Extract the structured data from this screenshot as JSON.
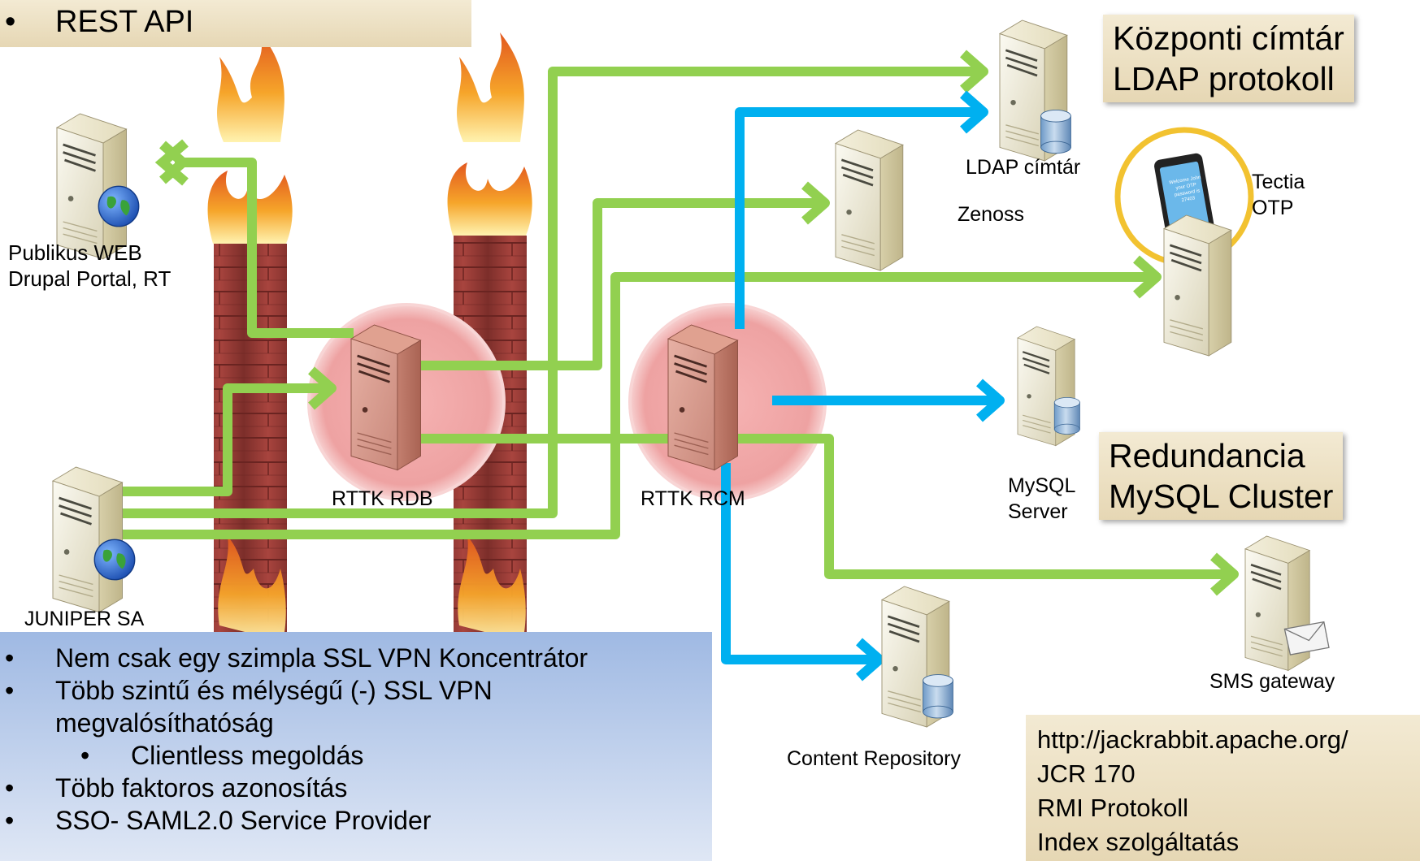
{
  "header_callout": {
    "bullet": "•",
    "text": "REST API"
  },
  "callouts": {
    "ldap": [
      "Központi címtár",
      "LDAP protokoll"
    ],
    "redundancy": [
      "Redundancia",
      "MySQL Cluster"
    ]
  },
  "nodes": {
    "web": [
      "Publikus WEB",
      "Drupal Portal, RT"
    ],
    "juniper": "JUNIPER SA",
    "rdb": "RTTK RDB",
    "rcm": "RTTK RCM",
    "ldap": "LDAP címtár",
    "zenoss": "Zenoss",
    "tectia": [
      "Tectia",
      "OTP"
    ],
    "mysql": [
      "MySQL",
      "Server"
    ],
    "sms": "SMS gateway",
    "content": "Content Repository"
  },
  "phone_text": [
    "Welcome John",
    "your OTP",
    "password is",
    "27403"
  ],
  "notes": [
    {
      "level": 1,
      "text": "Nem csak egy szimpla SSL VPN Koncentrátor"
    },
    {
      "level": 1,
      "text": "Több szintű és mélységű (-)  SSL VPN"
    },
    {
      "level": 1,
      "text": "megvalósíthatóság",
      "continuation": true
    },
    {
      "level": 2,
      "text": "Clientless megoldás"
    },
    {
      "level": 1,
      "text": "Több faktoros azonosítás"
    },
    {
      "level": 1,
      "text": "SSO- SAML2.0 Service Provider"
    }
  ],
  "jackrabbit": [
    "http://jackrabbit.apache.org/",
    "JCR 170",
    "RMI Protokoll",
    "Index szolgáltatás"
  ],
  "colors": {
    "green_link": "#92d050",
    "blue_link": "#00b0f0",
    "firewall_brick": "#9c3b36",
    "highlight_circle": "#f2a7a7",
    "callout_bg": "#ede2c6",
    "notes_bg": "#a9c1e6"
  }
}
